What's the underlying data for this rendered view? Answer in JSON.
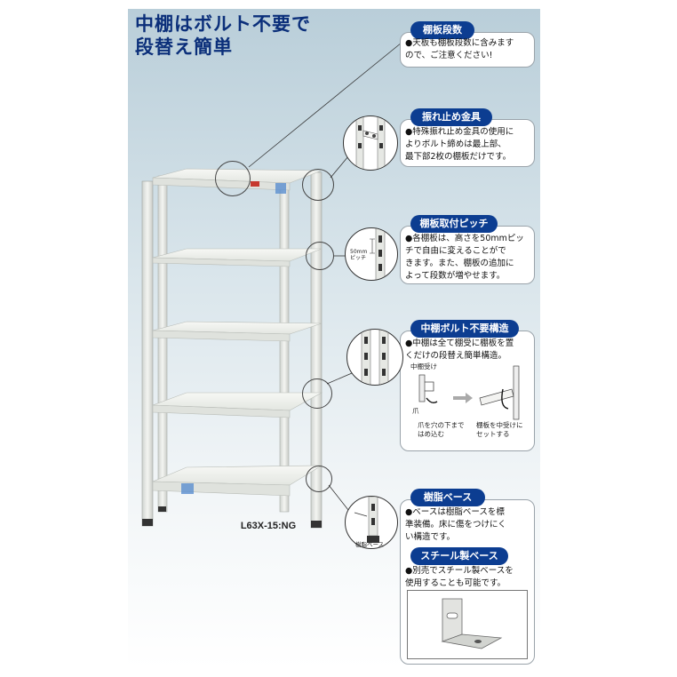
{
  "headline": {
    "line1": "中棚はボルト不要で",
    "line2": "段替え簡単"
  },
  "model_label": "L63X-15:NG",
  "colors": {
    "pill": "#0c3d91",
    "headline": "#0b2f7a",
    "panel_top": "#b9ced9",
    "shelf": "#eceee9"
  },
  "sections": [
    {
      "title": "棚板段数",
      "lines": [
        "●天板も棚板段数に含みます",
        "ので、ご注意ください!"
      ]
    },
    {
      "title": "振れ止め金具",
      "lines": [
        "●特殊振れ止め金具の使用に",
        "よりボルト締めは最上部、",
        "最下部2枚の棚板だけです。"
      ]
    },
    {
      "title": "棚板取付ピッチ",
      "lines": [
        "●各棚板は、高さを50mmピッ",
        "チで自由に変えることがで",
        "きます。また、棚板の追加に",
        "よって段数が増やせます。"
      ],
      "inset_label": "50mm ピッチ"
    },
    {
      "title": "中棚ボルト不要構造",
      "lines": [
        "●中棚は全て棚受に棚板を置",
        "くだけの段替え簡単構造。"
      ],
      "diagram": {
        "label_receiver": "中棚受け",
        "label_claw": "爪",
        "caption_left": [
          "爪を穴の下まで",
          "はめ込む"
        ],
        "caption_right": [
          "棚板を中受けに",
          "セットする"
        ]
      }
    },
    {
      "title": "樹脂ベース",
      "lines": [
        "●ベースは樹脂ベースを標",
        "準装備。床に傷をつけにく",
        "い構造です。"
      ],
      "inset_label": "樹脂ベース"
    },
    {
      "title": "スチール製ベース",
      "lines": [
        "●別売でスチール製ベースを",
        "使用することも可能です。"
      ]
    }
  ]
}
